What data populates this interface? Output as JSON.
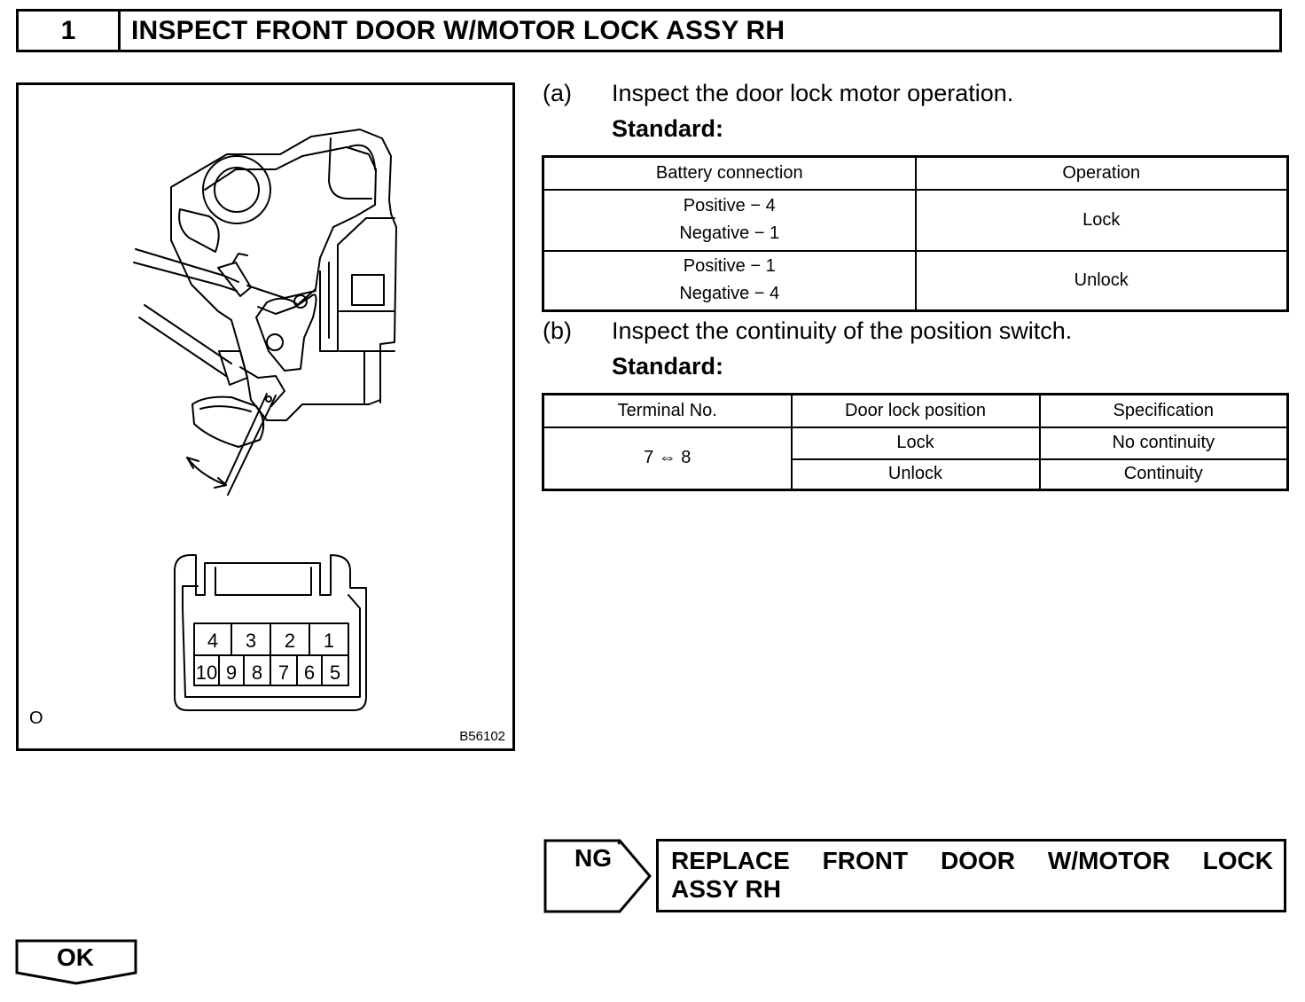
{
  "header": {
    "step_number": "1",
    "title": "INSPECT FRONT DOOR W/MOTOR LOCK ASSY RH"
  },
  "figure": {
    "corner_mark": "O",
    "code": "B56102",
    "connector_top_row": [
      "4",
      "3",
      "2",
      "1"
    ],
    "connector_bottom_row": [
      "10",
      "9",
      "8",
      "7",
      "6",
      "5"
    ]
  },
  "step_a": {
    "label": "(a)",
    "text": "Inspect the door lock motor operation.",
    "standard_label": "Standard:",
    "table": {
      "headers": [
        "Battery connection",
        "Operation"
      ],
      "rows": [
        {
          "connection_1": "Positive − 4",
          "connection_2": "Negative − 1",
          "operation": "Lock"
        },
        {
          "connection_1": "Positive − 1",
          "connection_2": "Negative − 4",
          "operation": "Unlock"
        }
      ]
    }
  },
  "step_b": {
    "label": "(b)",
    "text": "Inspect the continuity of the position switch.",
    "standard_label": "Standard:",
    "table": {
      "headers": [
        "Terminal No.",
        "Door lock position",
        "Specification"
      ],
      "terminal": "7 ⇔ 8",
      "rows": [
        {
          "position": "Lock",
          "specification": "No continuity"
        },
        {
          "position": "Unlock",
          "specification": "Continuity"
        }
      ]
    }
  },
  "ng_result": {
    "label": "NG",
    "line_1": "REPLACE FRONT DOOR W/MOTOR LOCK",
    "line_2": "ASSY RH"
  },
  "ok_result": {
    "label": "OK"
  }
}
